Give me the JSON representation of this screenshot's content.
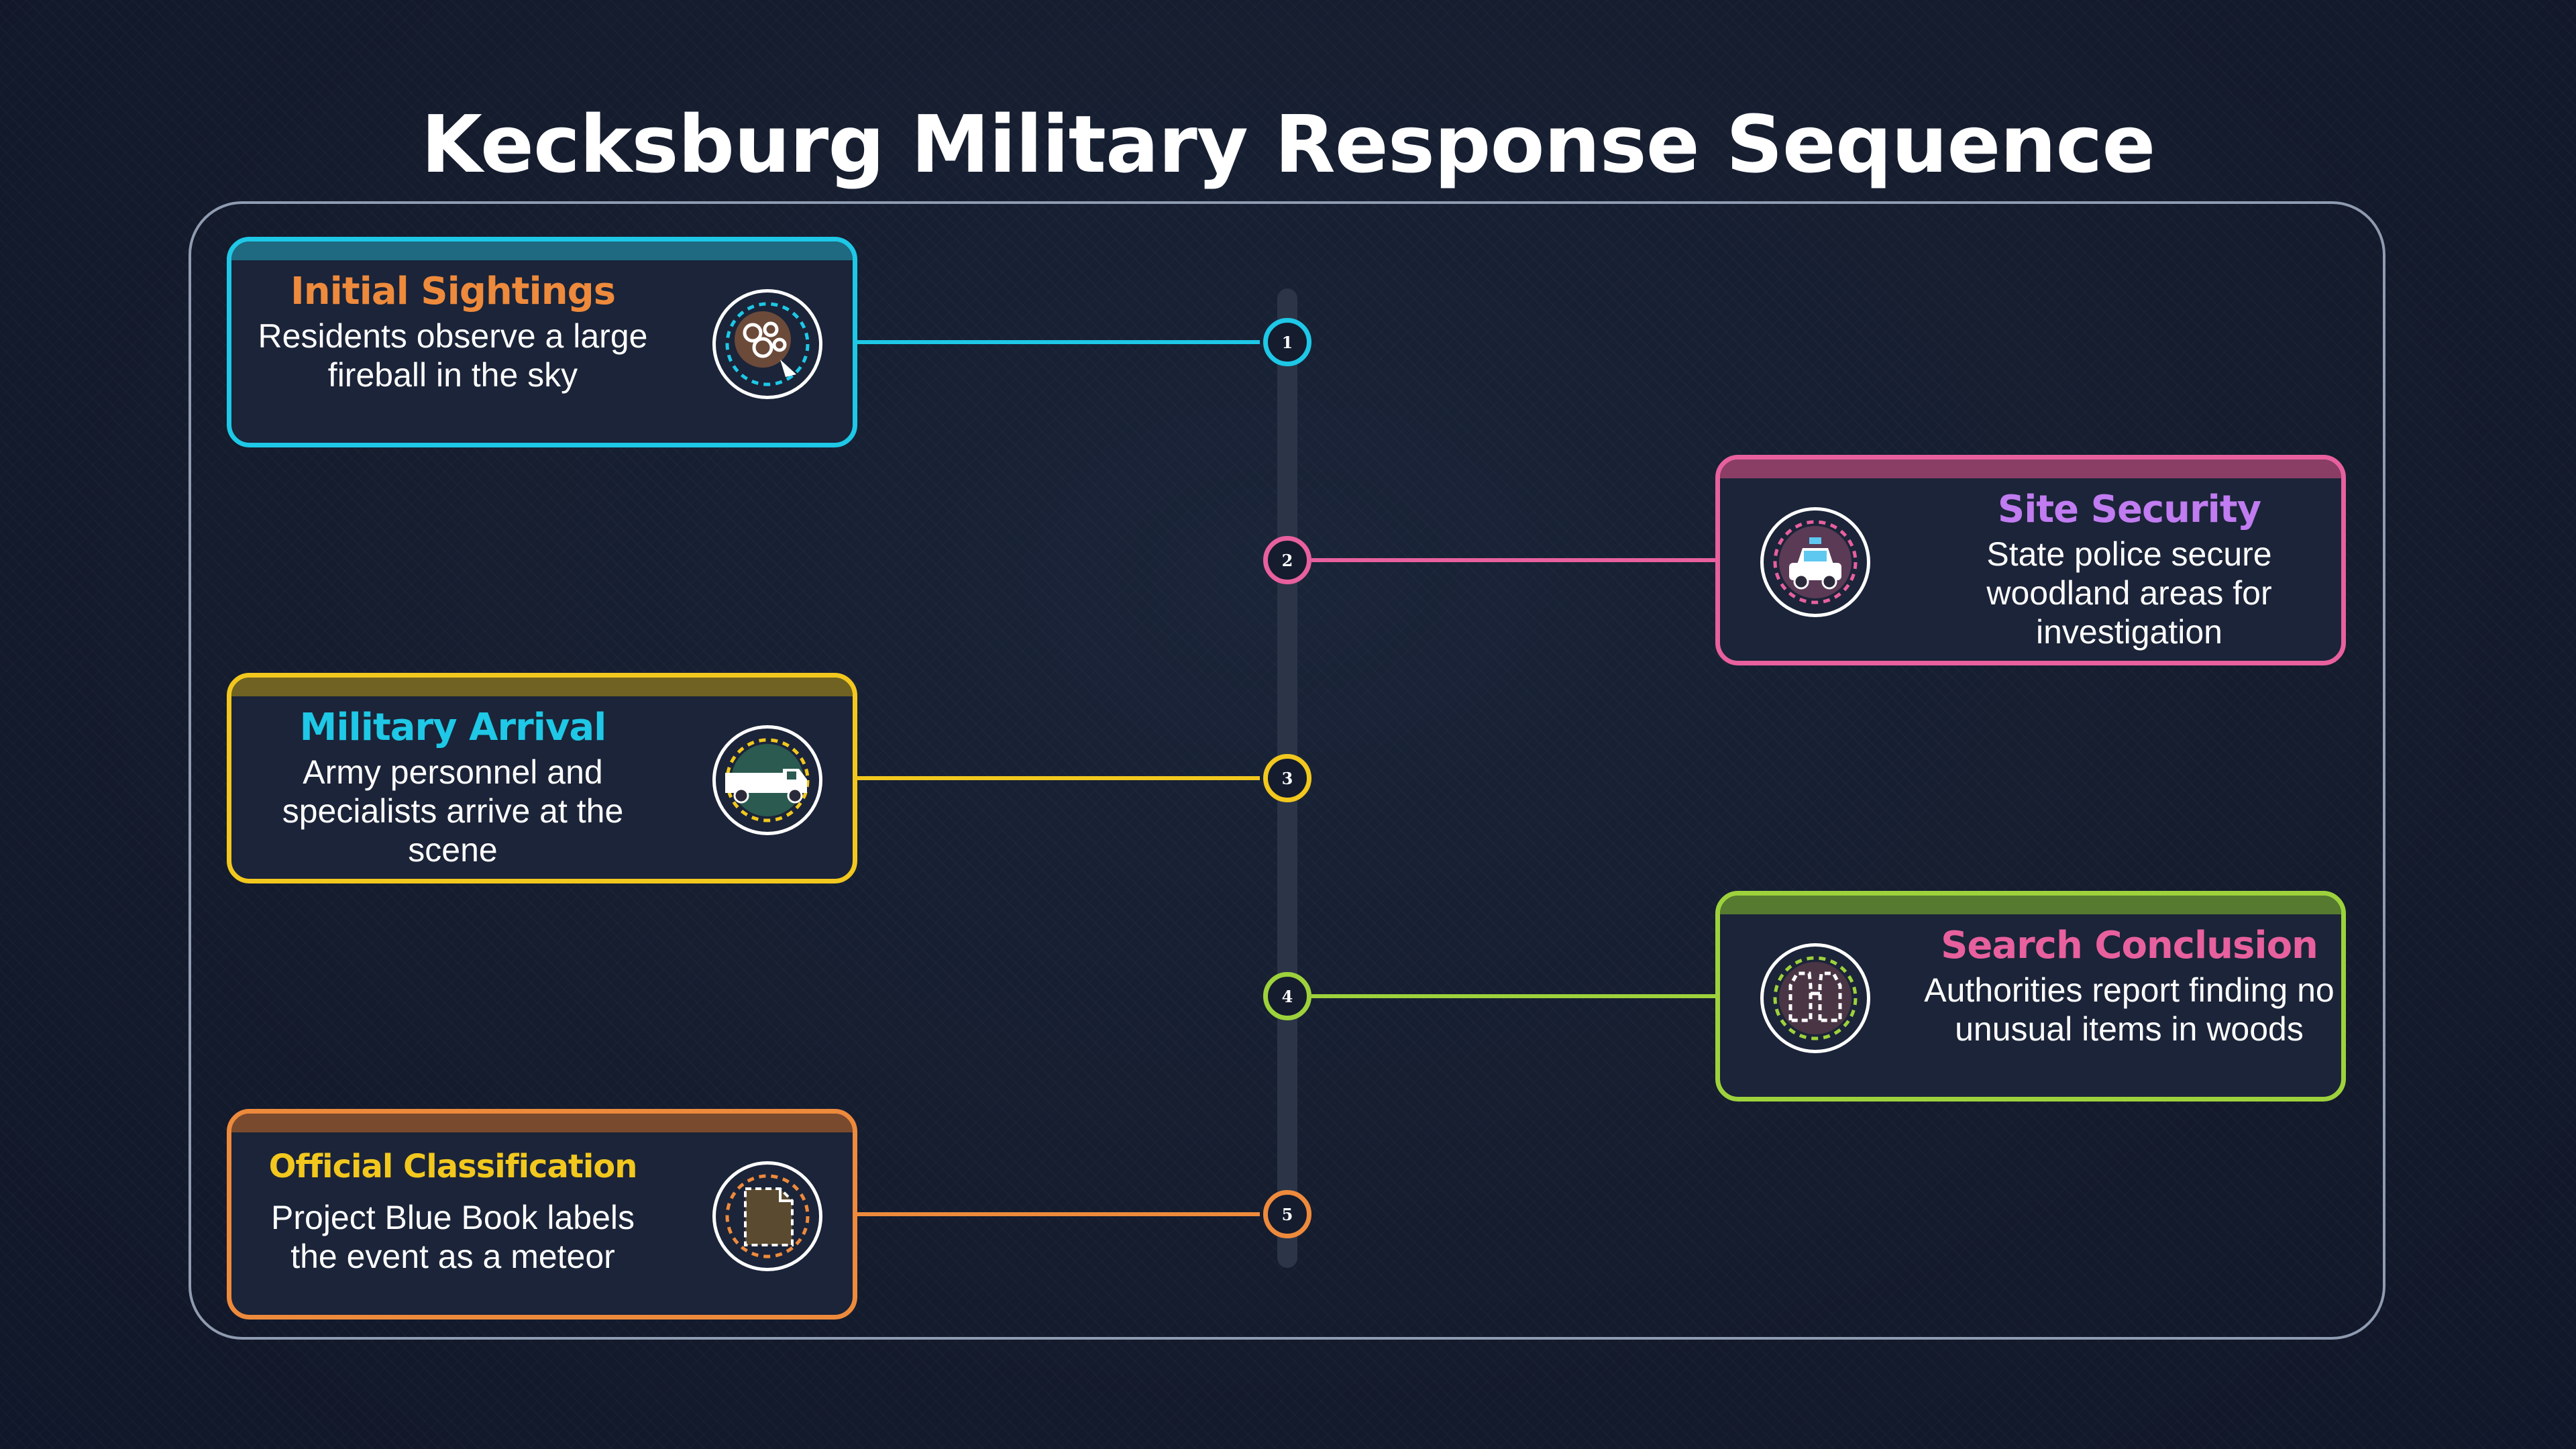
{
  "title": "Kecksburg Military Response Sequence",
  "colors": {
    "cyan": "#1ec8e6",
    "pink": "#e8609e",
    "yellow": "#f2c81e",
    "green": "#9ed23c",
    "orange": "#ee8a3c",
    "purple": "#c07cf0"
  },
  "steps": [
    {
      "number": "1",
      "title": "Initial Sightings",
      "description": "Residents observe a large fireball in the sky",
      "icon": "fireball-icon",
      "side": "left"
    },
    {
      "number": "2",
      "title": "Site Security",
      "description": "State police secure woodland areas for investigation",
      "icon": "police-car-icon",
      "side": "right"
    },
    {
      "number": "3",
      "title": "Military Arrival",
      "description": "Army personnel and specialists arrive at the scene",
      "icon": "military-truck-icon",
      "side": "left"
    },
    {
      "number": "4",
      "title": "Search Conclusion",
      "description": "Authorities report finding no unusual items in woods",
      "icon": "binoculars-icon",
      "side": "right"
    },
    {
      "number": "5",
      "title": "Official Classification",
      "description": "Project Blue Book labels the event as a meteor",
      "icon": "document-icon",
      "side": "left"
    }
  ]
}
